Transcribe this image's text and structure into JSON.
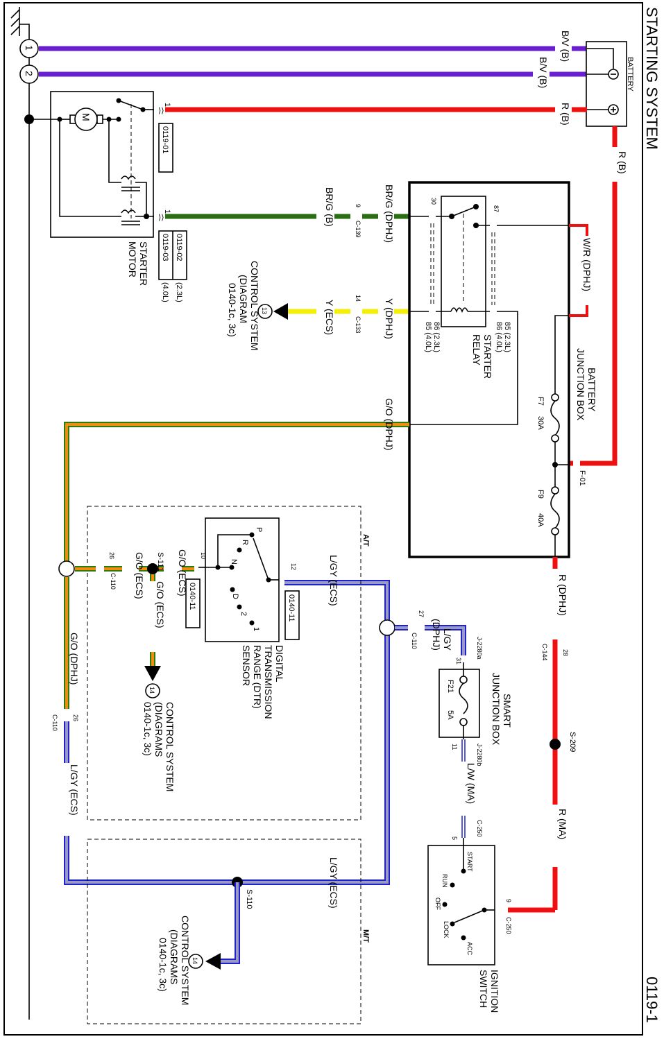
{
  "title": "STARTING SYSTEM",
  "page_number": "0119-1",
  "ground_points": [
    "1",
    "2"
  ],
  "battery": {
    "label": "BATTERY",
    "wires": [
      {
        "label": "B/V (B)",
        "color": "#6a1fd1"
      },
      {
        "label": "B/V (B)",
        "color": "#6a1fd1"
      },
      {
        "label": "R (B)",
        "color": "#ee1010"
      }
    ],
    "out_wire": "R (B)"
  },
  "starter_motor": {
    "label_line1": "STARTER",
    "label_line2": "MOTOR",
    "motor_symbol": "M",
    "pin_top": "1",
    "pin_bottom": "1",
    "ref_top": "0119-01",
    "ref_a": "0119-02",
    "ref_a_note": "(2.3L)",
    "ref_b": "0119-03",
    "ref_b_note": "(4.0L)"
  },
  "wires": {
    "brg_b": "BR/G (B)",
    "brg_dphj": "BR/G (DPHJ)",
    "c139_pin": "9",
    "c139": "C-139",
    "y_ecs": "Y (ECS)",
    "y_dphj": "Y (DPHJ)",
    "c133_pin": "14",
    "c133": "C-133",
    "go_dphj_top": "G/O (DPHJ)",
    "wr_dphj": "W/R (DPHJ)",
    "r_dphj": "R (DPHJ)",
    "c144_pin": "28",
    "c144": "C-144",
    "s209": "S-209",
    "r_ma": "R (MA)",
    "go_dphj_left": "G/O (DPHJ)",
    "c110_pin_left": "26",
    "c110_left": "C-110",
    "lgy_ecs_left": "L/GY (ECS)",
    "lgy_ecs_bottom": "L/GY (ECS)",
    "s110": "S-110",
    "lgy_dphj_l1": "L/GY",
    "lgy_dphj_l2": "(DPHJ)",
    "c110_pin_27": "27",
    "c110_27": "C-110",
    "lw_ma": "L/W (MA)",
    "c250_top": "C-250",
    "c250_pin5": "5",
    "c250_pin9": "9",
    "c250_bottom": "C-250"
  },
  "control_13": {
    "num": "13",
    "l1": "CONTROL SYSTEM",
    "l2": "(DIAGRAM",
    "l3": "0140-1c, 3c)"
  },
  "control_14a": {
    "num": "14",
    "l1": "CONTROL SYSTEM",
    "l2": "(DIAGRAMS",
    "l3": "0140-1c, 3c)"
  },
  "control_14b": {
    "num": "14",
    "l1": "CONTROL SYSTEM",
    "l2": "(DIAGRAMS",
    "l3": "0140-1c, 3c)"
  },
  "starter_relay": {
    "l1": "STARTER",
    "l2": "RELAY",
    "pin30": "30",
    "pin87": "87",
    "pin_left_a": "86 (2.3L)",
    "pin_left_b": "85 (4.0L)",
    "pin_right_a": "85 (2.3L)",
    "pin_right_b": "86 (4.0L)"
  },
  "battery_junction_box": {
    "l1": "BATTERY",
    "l2": "JUNCTION BOX",
    "fuses": [
      {
        "id": "F7",
        "rating": "30A"
      },
      {
        "id": "F9",
        "rating": "40A"
      }
    ],
    "connector": "F-01"
  },
  "dtr_sensor": {
    "l1": "DIGITAL",
    "l2": "TRANSMISSION",
    "l3": "RANGE (DTR)",
    "l4": "SENSOR",
    "positions": [
      "P",
      "R",
      "N",
      "D",
      "2",
      "1"
    ],
    "pin10": "10",
    "pin12": "12",
    "ref_left": "0140-11",
    "ref_right": "0140-11",
    "wire_go_ecs1": "G/O (ECS)",
    "wire_go_ecs2": "G/O (ECS)",
    "wire_go_ecs3": "G/O (ECS)",
    "wire_lgy_ecs": "L/GY (ECS)",
    "s111": "S-111",
    "c110_pin": "26",
    "c110": "C-110"
  },
  "sections": {
    "at": "A/T",
    "mt": "M/T"
  },
  "smart_junction_box": {
    "l1": "SMART",
    "l2": "JUNCTION BOX",
    "fuse": "F21",
    "rating": "5A",
    "conn_a": "J-2280a",
    "conn_b": "J-2280b",
    "pin31": "31",
    "pin11": "11"
  },
  "ignition_switch": {
    "l1": "IGNITION",
    "l2": "SWITCH",
    "positions": [
      "START",
      "RUN",
      "OFF",
      "LOCK",
      "ACC"
    ]
  }
}
